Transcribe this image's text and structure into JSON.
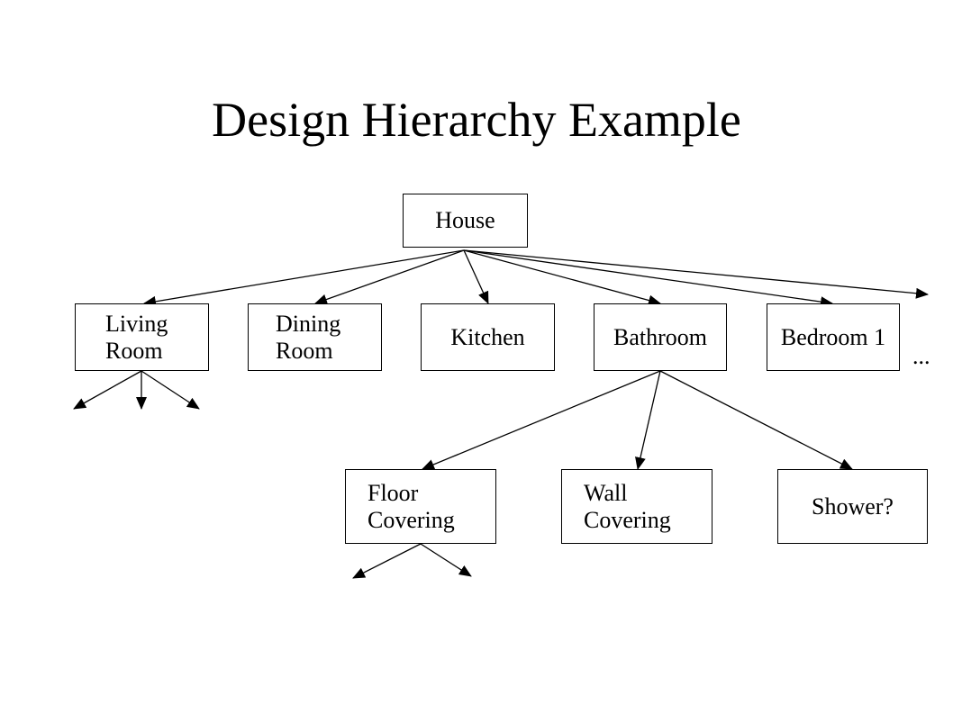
{
  "title": "Design Hierarchy Example",
  "nodes": {
    "house": "House",
    "living_room": "Living\nRoom",
    "dining_room": "Dining\nRoom",
    "kitchen": "Kitchen",
    "bathroom": "Bathroom",
    "bedroom_1": "Bedroom 1",
    "floor_covering": "Floor\nCovering",
    "wall_covering": "Wall\nCovering",
    "shower": "Shower?"
  },
  "more_indicator": "..."
}
